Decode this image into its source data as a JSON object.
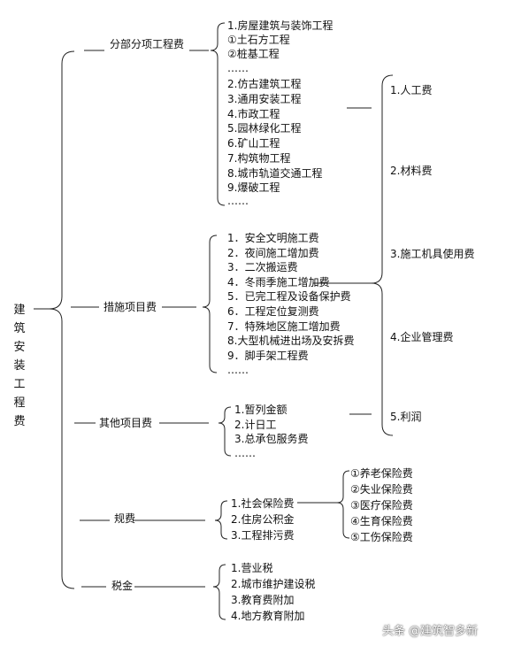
{
  "root": {
    "label": "建筑安装工程费"
  },
  "categories": [
    {
      "label": "分部分项工程费",
      "items": [
        "1.房屋建筑与装饰工程",
        "①土石方工程",
        "②桩基工程",
        "……",
        "2.仿古建筑工程",
        "3.通用安装工程",
        "4.市政工程",
        "5.园林绿化工程",
        "6.矿山工程",
        "7.构筑物工程",
        "8.城市轨道交通工程",
        "9.爆破工程",
        "……"
      ]
    },
    {
      "label": "措施项目费",
      "items": [
        "1．安全文明施工费",
        "2．夜间施工增加费",
        "3．二次搬运费",
        "4．冬雨季施工增加费",
        "5．已完工程及设备保护费",
        "6．工程定位复测费",
        "7．特殊地区施工增加费",
        "8.大型机械进出场及安拆费",
        "9．脚手架工程费",
        "……"
      ]
    },
    {
      "label": "其他项目费",
      "items": [
        "1.暂列金额",
        "2.计日工",
        "3.总承包服务费",
        "……"
      ]
    },
    {
      "label": "规费",
      "items": [
        "1.社会保险费",
        "2.住房公积金",
        "3.工程排污费"
      ]
    },
    {
      "label": "税金",
      "items": [
        "1.营业税",
        "2.城市维护建设税",
        "3.教育费附加",
        "4.地方教育附加"
      ]
    }
  ],
  "cost_components": [
    "1.人工费",
    "2.材料费",
    "3.施工机具使用费",
    "4.企业管理费",
    "5.利润"
  ],
  "social_insurance": [
    "①养老保险费",
    "②失业保险费",
    "③医疗保险费",
    "④生育保险费",
    "⑤工伤保险费"
  ],
  "watermark": "头条 @建筑智多新"
}
